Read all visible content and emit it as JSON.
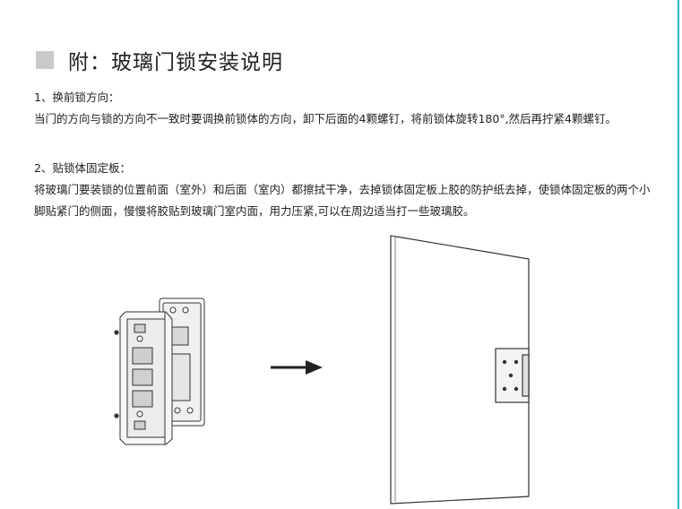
{
  "title": "附：玻璃门锁安装说明",
  "section1": {
    "heading": "1、换前锁方向：",
    "body": "当门的方向与锁的方向不一致时要调换前锁体的方向，卸下后面的4颗螺钉，将前锁体旋转180°,然后再拧紧4颗螺钉。"
  },
  "section2": {
    "heading": "2、贴锁体固定板：",
    "body": "将玻璃门要装锁的位置前面（室外）和后面（室内）都擦拭干净，去掉锁体固定板上胶的防护纸去掉，使锁体固定板的两个小脚贴紧门的侧面，慢慢将胶贴到玻璃门室内面，用力压紧,可以在周边适当打一些玻璃胶。"
  },
  "colors": {
    "accent_rule": "#29b6d8",
    "title_square": "#c9c9c9"
  }
}
